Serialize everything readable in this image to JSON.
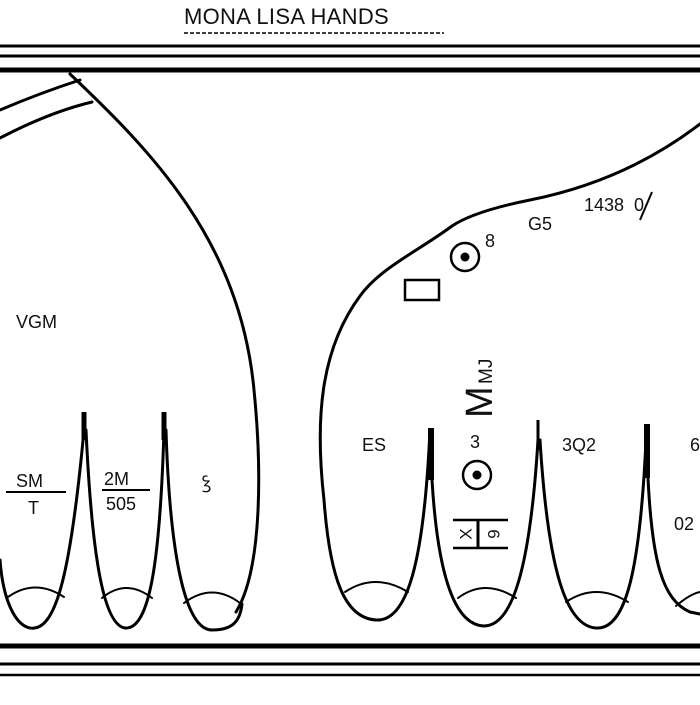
{
  "title": "MONA LISA HANDS",
  "labels": {
    "vgm": "VGM",
    "sm": "SM",
    "t": "T",
    "two_m": "2M",
    "five_o_five": "505",
    "curl": "ꝣ",
    "es": "ES",
    "three": "3",
    "mmj_big": "M",
    "mmj_small": "MJ",
    "x": "X",
    "nine": "9",
    "three_q2": "3Q2",
    "six_partial": "6",
    "o2_partial": "02",
    "eight": "8",
    "g5": "G5",
    "code": "1438",
    "code_slash": "0"
  }
}
